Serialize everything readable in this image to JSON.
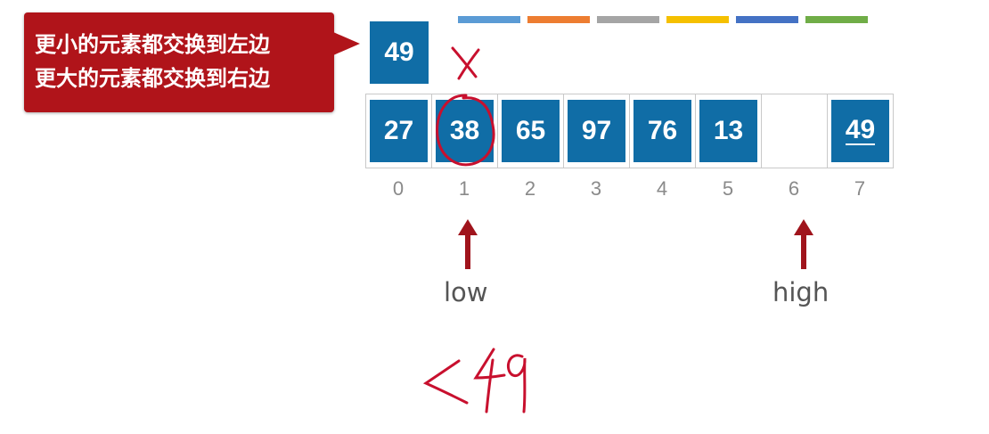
{
  "legend_colors": [
    "#5b9bd5",
    "#ed7d31",
    "#a5a5a5",
    "#f5c000",
    "#4472c4",
    "#70ad47"
  ],
  "callout": {
    "line1": "更小的元素都交换到左边",
    "line2": "更大的元素都交换到右边",
    "color": "#b0141a"
  },
  "pivot": {
    "value": "49",
    "color": "#106da6"
  },
  "array": {
    "cells": [
      {
        "index": "0",
        "value": "27"
      },
      {
        "index": "1",
        "value": "38"
      },
      {
        "index": "2",
        "value": "65"
      },
      {
        "index": "3",
        "value": "97"
      },
      {
        "index": "4",
        "value": "76"
      },
      {
        "index": "5",
        "value": "13"
      },
      {
        "index": "6",
        "value": ""
      },
      {
        "index": "7",
        "value": "49"
      }
    ]
  },
  "pointers": {
    "low": {
      "label": "low",
      "index": 1
    },
    "high": {
      "label": "high",
      "index": 6
    },
    "color": "#a0141c"
  },
  "annotations": {
    "mark_above_low": "X",
    "note": "<49",
    "ink_color": "#c8102e"
  }
}
